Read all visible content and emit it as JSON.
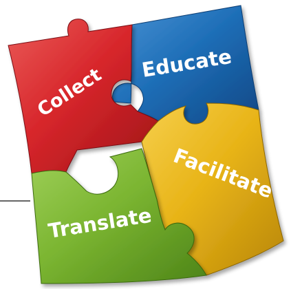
{
  "pieces": [
    {
      "id": "collect",
      "label": "Collect",
      "color": "#d7262b",
      "shade": "#9e1418",
      "highlight": "#ea5a57"
    },
    {
      "id": "educate",
      "label": "Educate",
      "color": "#1f6fb8",
      "shade": "#0f4785",
      "highlight": "#4a93d4"
    },
    {
      "id": "facilitate",
      "label": "Facilitate",
      "color": "#e8b418",
      "shade": "#b88608",
      "highlight": "#f6cf4c"
    },
    {
      "id": "translate",
      "label": "Translate",
      "color": "#7bb531",
      "shade": "#4d8418",
      "highlight": "#9fd05a"
    }
  ]
}
